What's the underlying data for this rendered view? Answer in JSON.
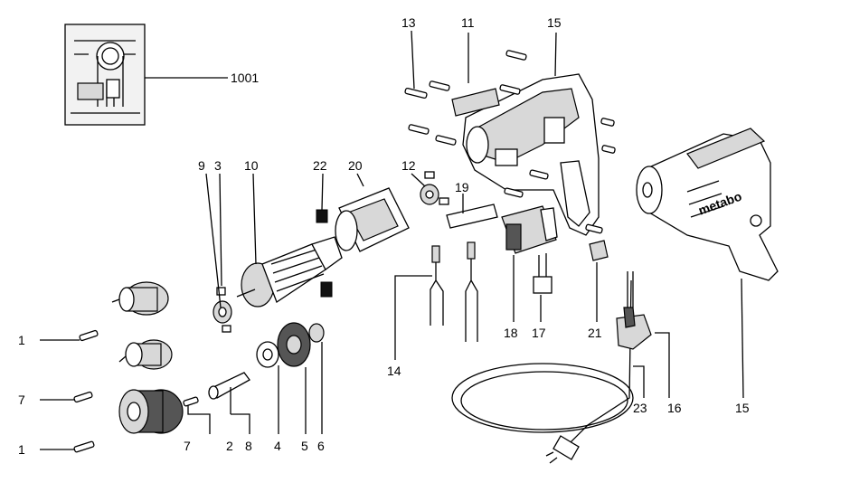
{
  "diagram": {
    "part_labels": [
      "1001",
      "13",
      "11",
      "15",
      "9",
      "3",
      "10",
      "22",
      "20",
      "12",
      "19",
      "1",
      "7",
      "1",
      "7",
      "2",
      "8",
      "4",
      "5",
      "6",
      "14",
      "18",
      "17",
      "21",
      "23",
      "16",
      "15"
    ],
    "housing_brand": "metabo"
  }
}
